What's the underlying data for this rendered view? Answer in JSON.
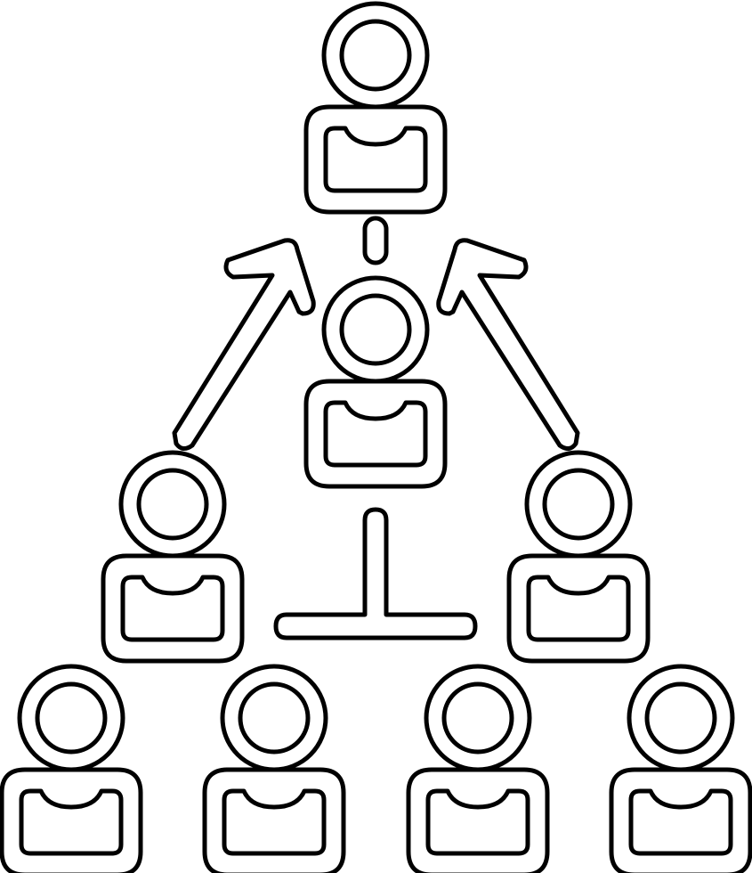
{
  "icon": {
    "name": "organization-hierarchy-icon",
    "style": "outline",
    "stroke_color": "#000000",
    "background_color": "#ffffff"
  },
  "people": [
    {
      "role": "top-leader"
    },
    {
      "role": "manager"
    },
    {
      "role": "team-lead-left"
    },
    {
      "role": "team-lead-right"
    },
    {
      "role": "member-1"
    },
    {
      "role": "member-2"
    },
    {
      "role": "member-3"
    },
    {
      "role": "member-4"
    }
  ]
}
